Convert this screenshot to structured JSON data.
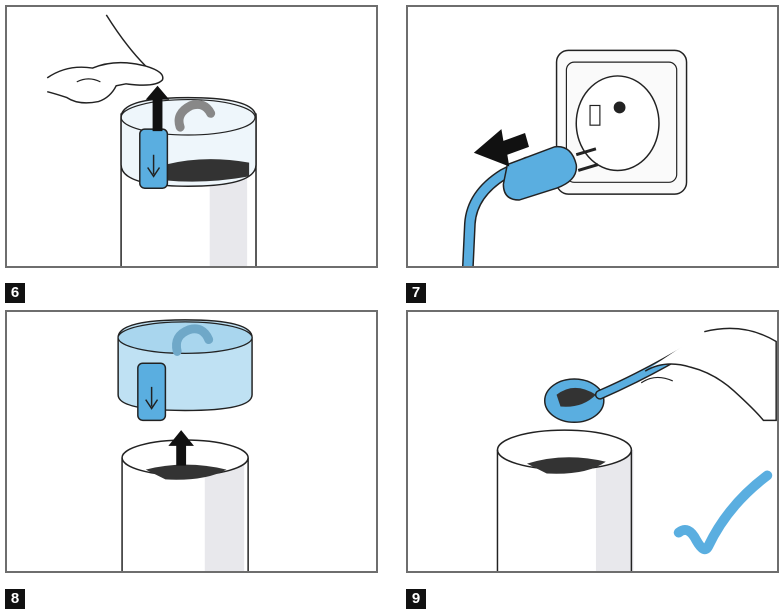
{
  "steps": [
    {
      "number": "6"
    },
    {
      "number": "7"
    },
    {
      "number": "8"
    },
    {
      "number": "9"
    }
  ],
  "colors": {
    "line": "#222222",
    "frame": "#6e6e6e",
    "accent_blue": "#5aaee0",
    "light_blue": "#bfe1f3",
    "jar_shade": "#e8e8ec",
    "coffee": "#333333",
    "black_box": "#111111"
  },
  "icons": [
    "hand-icon",
    "arrow-up-icon",
    "arrow-down-icon",
    "wall-socket-icon",
    "power-plug-icon",
    "arrow-left-icon",
    "spoon-icon",
    "checkmark-icon"
  ]
}
